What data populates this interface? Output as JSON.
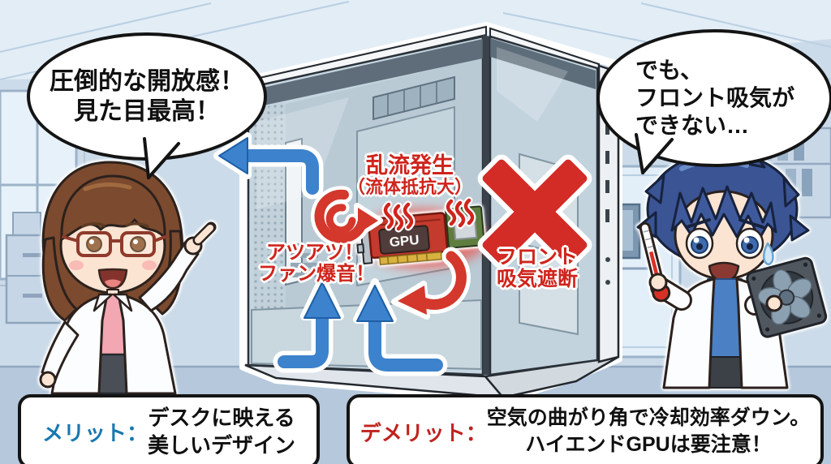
{
  "speech": {
    "left": {
      "lines": [
        "圧倒的な開放感！",
        "見た目最高！"
      ]
    },
    "right": {
      "lines": [
        "でも、",
        "フロント吸気が",
        "できない…"
      ]
    }
  },
  "annotations": {
    "turbulence": {
      "line1": "乱流発生",
      "line2": "（流体抵抗大）"
    },
    "overheat": {
      "line1": "アツアツ！",
      "line2": "ファン爆音！"
    },
    "intake_blocked": {
      "line1": "フロント",
      "line2": "吸気遮断"
    },
    "gpu_label": "GPU"
  },
  "callouts": {
    "merit": {
      "label": "メリット：",
      "line1": "デスクに映える",
      "line2": "美しいデザイン"
    },
    "demerit": {
      "label": "デメリット：",
      "line1": "空気の曲がり角で冷却効率ダウン。",
      "line2": "ハイエンドGPUは要注意！"
    }
  },
  "colors": {
    "annotation_red": "#cf241c",
    "merit_label_blue": "#1878b0",
    "demerit_label_red": "#c0231e",
    "airflow_arrow_blue": "#3d82cc",
    "turbulence_arrow_red": "#d4372b",
    "x_mark_red": "#d32b26",
    "gpu_glow_red": "#ff2a1a"
  }
}
